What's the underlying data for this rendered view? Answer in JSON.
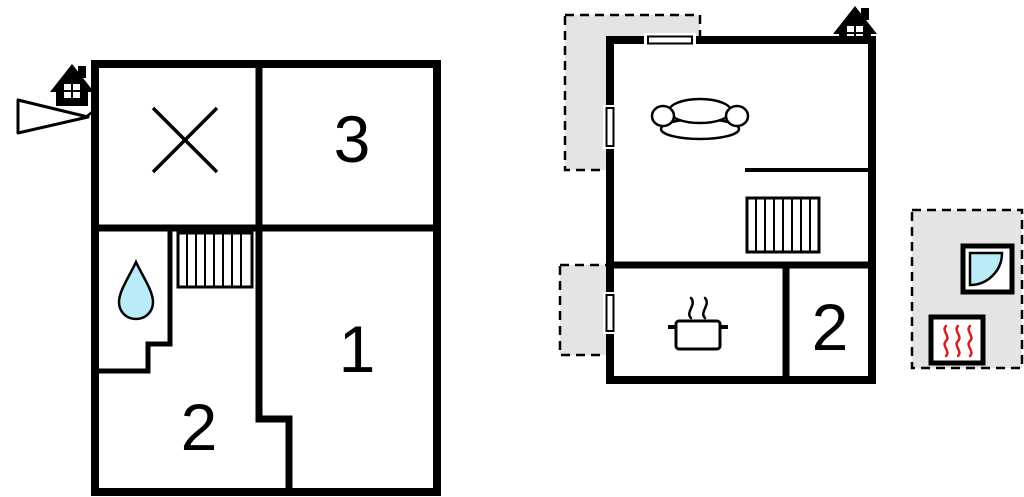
{
  "diagram": {
    "type": "floor-plan",
    "background": "#ffffff"
  },
  "colors": {
    "wall": "#000000",
    "terrace_fill": "#e4e4e4",
    "terrace_border": "#000000",
    "water_drop": "#b9ecf6",
    "shower_glass": "#b9ecf6",
    "heater_coil": "#e01b1b"
  },
  "left_plan": {
    "rooms": [
      {
        "label": "3"
      },
      {
        "label": "1"
      },
      {
        "label": "2"
      }
    ],
    "icons": [
      "house-icon",
      "flag-icon",
      "cross-icon",
      "stairs-icon",
      "water-drop-icon"
    ]
  },
  "right_plan": {
    "rooms": [
      {
        "label": "2"
      }
    ],
    "icons": [
      "house-icon",
      "sofa-icon",
      "stairs-icon",
      "cooking-pot-icon",
      "window-icon",
      "terrace-area"
    ]
  },
  "legend": {
    "icons": [
      "shower-icon",
      "heater-icon"
    ]
  }
}
